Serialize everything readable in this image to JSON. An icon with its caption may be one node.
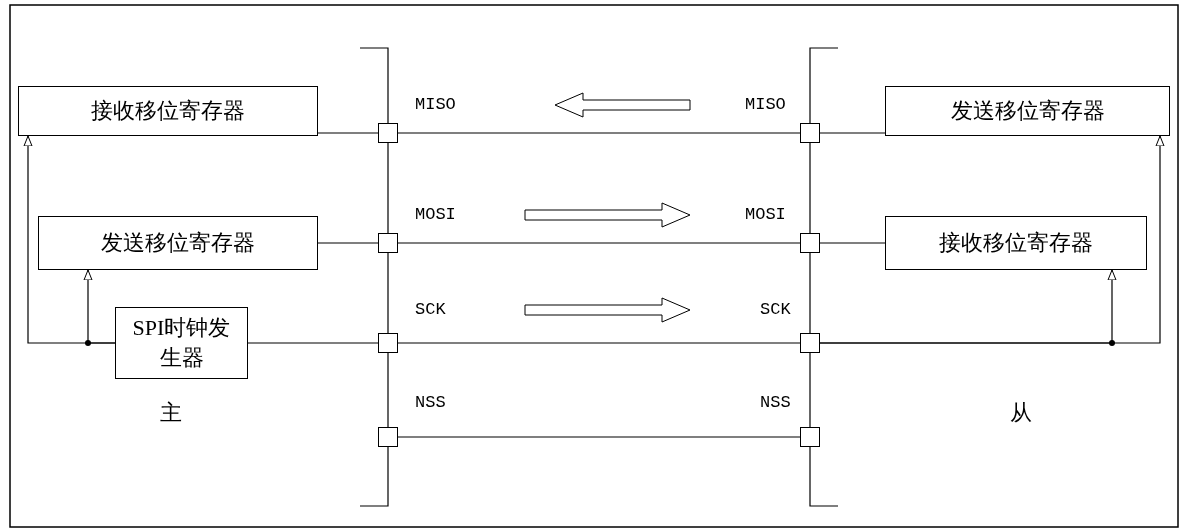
{
  "diagram": {
    "nodes": [
      {
        "text": [
          "接收移位寄存器"
        ]
      },
      {
        "text": [],
        "shape": "box"
      },
      {
        "text": [],
        "shape": "box"
      },
      {
        "text": [
          "发送移位寄存器"
        ]
      },
      {
        "text": [
          "发送移位寄存器"
        ]
      },
      {
        "text": [],
        "shape": "box"
      },
      {
        "text": [],
        "shape": "box"
      },
      {
        "text": [
          "接收移位寄存器"
        ]
      },
      {
        "text": [
          "SPI时钟发生器"
        ]
      },
      {
        "text": [],
        "shape": "box"
      },
      {
        "text": [],
        "shape": "box"
      },
      {
        "text": [],
        "shape": "box"
      },
      {
        "text": [],
        "shape": "box"
      }
    ],
    "edges": [
      {
        "from": 0,
        "to": 1,
        "arrow": "none"
      },
      {
        "from": 1,
        "to": 2,
        "arrow": "none"
      },
      {
        "from": 2,
        "to": 3,
        "arrow": "none"
      },
      {
        "from": 4,
        "to": 5,
        "arrow": "none"
      },
      {
        "from": 5,
        "to": 6,
        "arrow": "none"
      },
      {
        "from": 6,
        "to": 7,
        "arrow": "none"
      },
      {
        "from": 8,
        "to": 9,
        "arrow": "none"
      },
      {
        "from": 9,
        "to": 10,
        "arrow": "none"
      },
      {
        "from": 8,
        "to": 4,
        "arrow": "to"
      },
      {
        "from": 8,
        "to": 0,
        "arrow": "to"
      },
      {
        "from": 10,
        "to": 7,
        "arrow": "to"
      },
      {
        "from": 10,
        "to": 3,
        "arrow": "to"
      },
      {
        "from": 11,
        "to": 12,
        "arrow": "none"
      }
    ],
    "labels": [
      "MISO",
      "MISO",
      "MOSI",
      "MOSI",
      "SCK",
      "SCK",
      "NSS",
      "NSS",
      "主",
      "从"
    ]
  }
}
